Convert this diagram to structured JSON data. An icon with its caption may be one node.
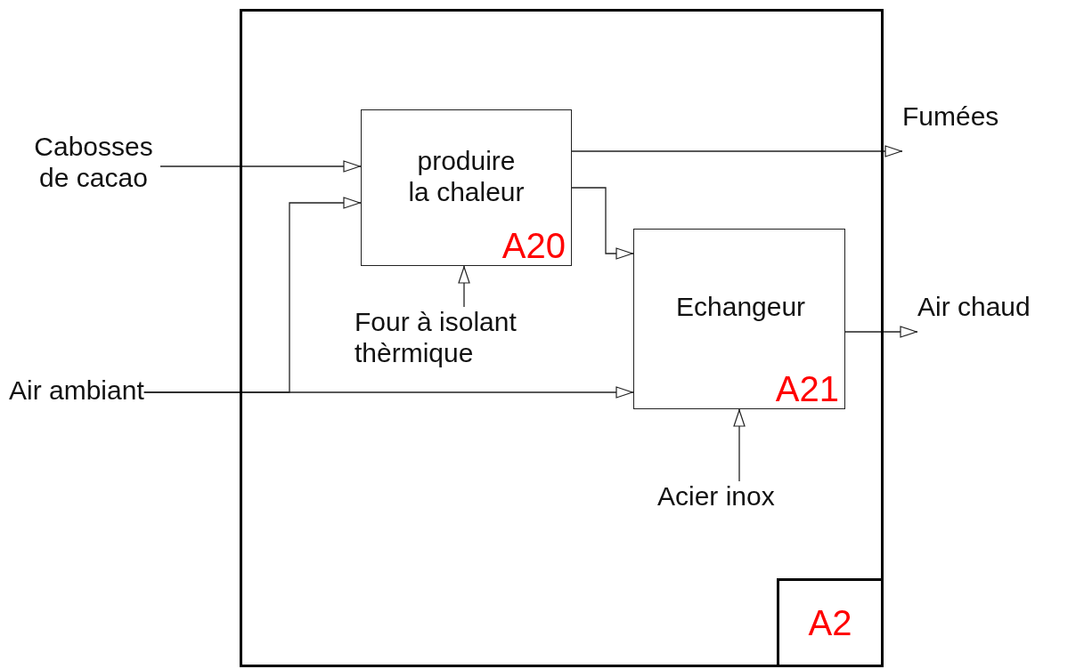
{
  "diagram": {
    "nodes": [
      {
        "text": [],
        "shape": "box"
      },
      {
        "text": [
          "A2"
        ],
        "in": 0
      },
      {
        "text": [
          "produire la chaleur",
          "A20"
        ],
        "in": 0
      },
      {
        "text": [
          "Echangeur",
          "A21"
        ],
        "in": 0
      },
      {
        "text": [
          "Cabosses de cacao"
        ]
      },
      {
        "text": [
          "Air ambiant"
        ]
      },
      {
        "text": [
          "Four à isolant thèrmique"
        ],
        "in": 0
      },
      {
        "text": [
          "Acier inox"
        ],
        "in": 0
      },
      {
        "text": [
          "Fumées"
        ]
      },
      {
        "text": [
          "Air chaud"
        ]
      }
    ],
    "edges": [
      {
        "from": 4,
        "to": 2,
        "arrow": "to"
      },
      {
        "from": 5,
        "to": 2,
        "arrow": "to"
      },
      {
        "from": 5,
        "to": 3,
        "arrow": "to"
      },
      {
        "from": 6,
        "to": 2,
        "arrow": "to"
      },
      {
        "from": 2,
        "to": 8,
        "arrow": "to"
      },
      {
        "from": 2,
        "to": 3,
        "arrow": "to"
      },
      {
        "from": 3,
        "to": 9,
        "arrow": "to"
      },
      {
        "from": 7,
        "to": 3,
        "arrow": "to"
      }
    ]
  }
}
